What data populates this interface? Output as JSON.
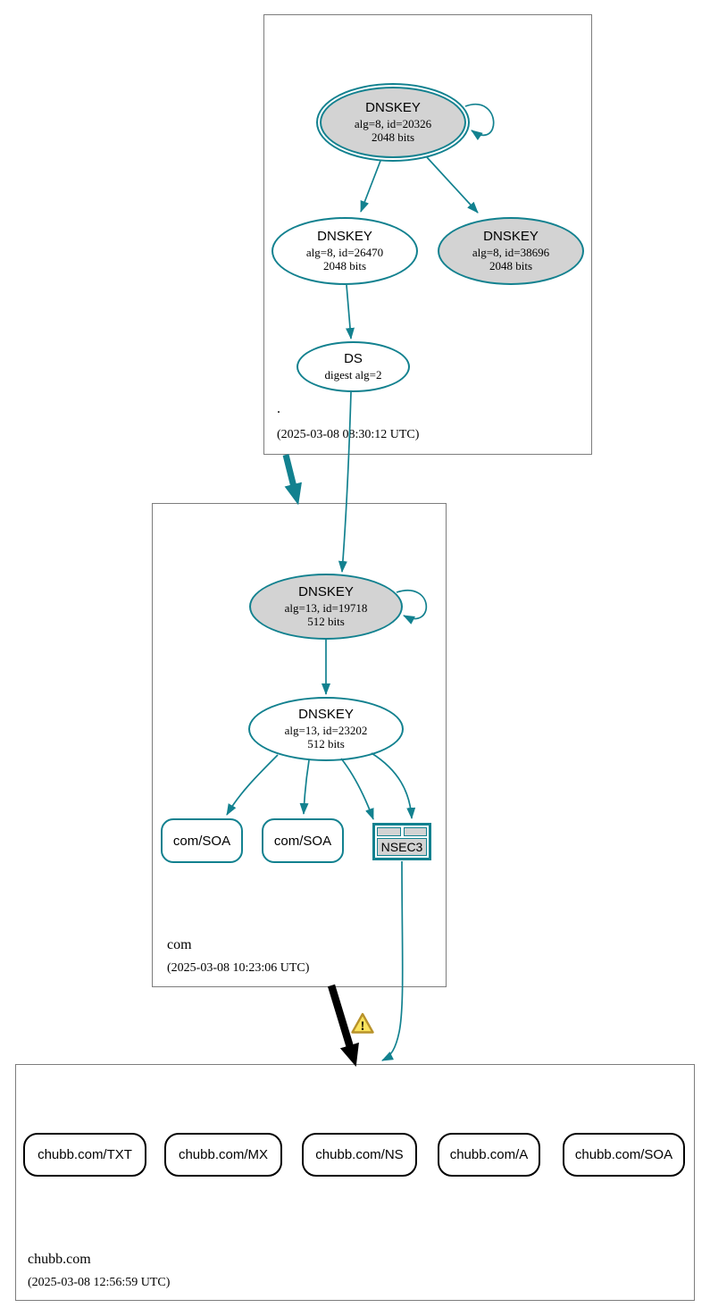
{
  "zones": [
    {
      "name": ".",
      "timestamp": "(2025-03-08 08:30:12 UTC)"
    },
    {
      "name": "com",
      "timestamp": "(2025-03-08 10:23:06 UTC)"
    },
    {
      "name": "chubb.com",
      "timestamp": "(2025-03-08 12:56:59 UTC)"
    }
  ],
  "nodes": {
    "root_ksk": {
      "type": "DNSKEY",
      "params": "alg=8, id=20326",
      "size": "2048 bits"
    },
    "root_zsk": {
      "type": "DNSKEY",
      "params": "alg=8, id=26470",
      "size": "2048 bits"
    },
    "root_standby": {
      "type": "DNSKEY",
      "params": "alg=8, id=38696",
      "size": "2048 bits"
    },
    "root_ds": {
      "type": "DS",
      "params": "digest alg=2"
    },
    "com_ksk": {
      "type": "DNSKEY",
      "params": "alg=13, id=19718",
      "size": "512 bits"
    },
    "com_zsk": {
      "type": "DNSKEY",
      "params": "alg=13, id=23202",
      "size": "512 bits"
    },
    "com_soa_a": {
      "type": "com/SOA"
    },
    "com_soa_b": {
      "type": "com/SOA"
    },
    "com_nsec3": {
      "type": "NSEC3"
    },
    "chubb_txt": {
      "type": "chubb.com/TXT"
    },
    "chubb_mx": {
      "type": "chubb.com/MX"
    },
    "chubb_ns": {
      "type": "chubb.com/NS"
    },
    "chubb_a": {
      "type": "chubb.com/A"
    },
    "chubb_soa": {
      "type": "chubb.com/SOA"
    }
  },
  "icons": {
    "warning_mark": "!"
  },
  "colors": {
    "secure_edge": "#12818f",
    "insecure_edge": "#000000",
    "node_fill": "#d3d3d3",
    "warning_fill": "#fbe35d",
    "warning_border": "#b8922a"
  }
}
